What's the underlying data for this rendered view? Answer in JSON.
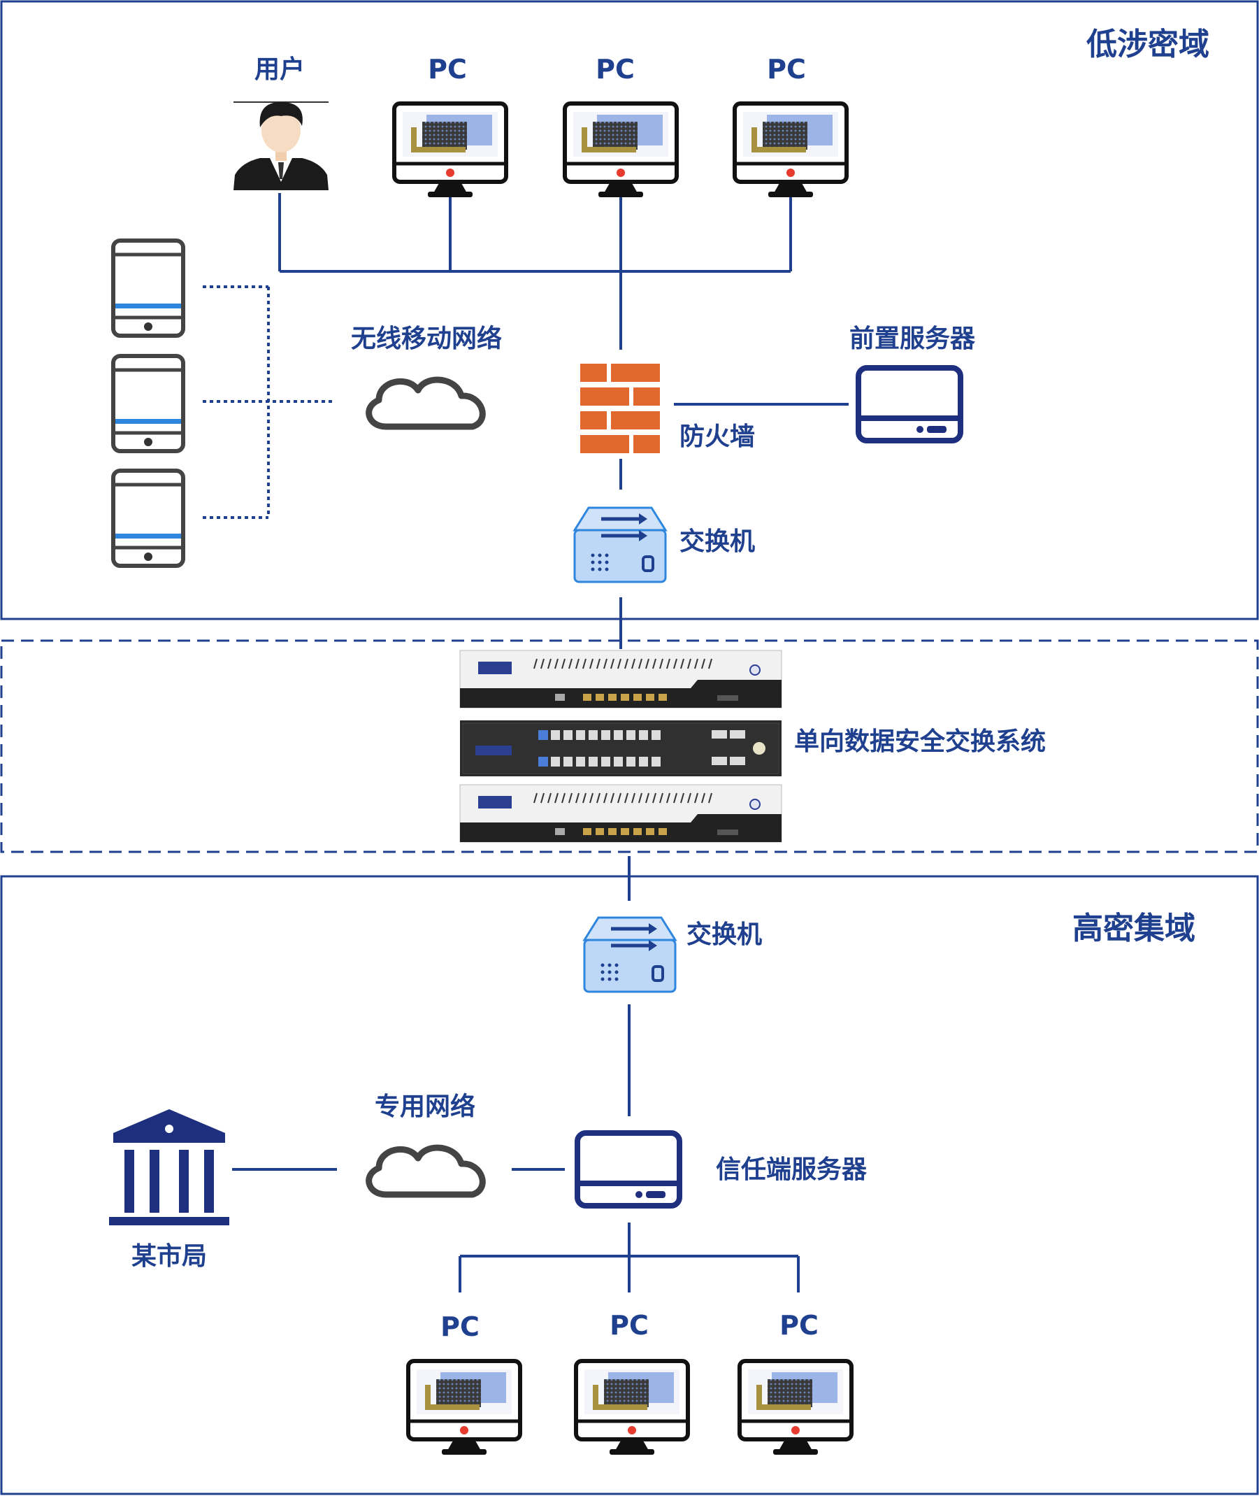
{
  "zones": {
    "low": "低涉密域",
    "high": "高密集域"
  },
  "low_zone": {
    "user": "用户",
    "pc": [
      "PC",
      "PC",
      "PC"
    ],
    "wireless": "无线移动网络",
    "front_server": "前置服务器",
    "firewall": "防火墙",
    "switch": "交换机"
  },
  "gateway": {
    "label": "单向数据安全交换系统"
  },
  "high_zone": {
    "switch": "交换机",
    "private_net": "专用网络",
    "trusted_server": "信任端服务器",
    "bureau": "某市局",
    "pc": [
      "PC",
      "PC",
      "PC"
    ]
  },
  "colors": {
    "brand": "#1f3f8f",
    "firewall": "#e2692d",
    "switch_fill": "#bcd8f6",
    "device_dark": "#2a2a2a"
  }
}
